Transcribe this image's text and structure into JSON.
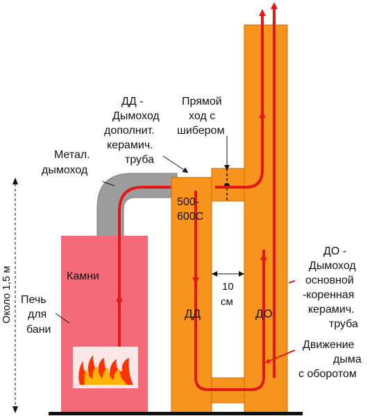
{
  "labels": {
    "stones": "Камни",
    "stove_line1": "Печь",
    "stove_line2": "для",
    "stove_line3": "бани",
    "height": "Около 1,5 м",
    "metal_line1": "Метал.",
    "metal_line2": "дымоход",
    "dd_note_line1": "ДД -",
    "dd_note_line2": "Дымоход",
    "dd_note_line3": "дополнит.",
    "dd_note_line4": "керамич.",
    "dd_note_line5": "труба",
    "damper_line1": "Прямой",
    "damper_line2": "ход с",
    "damper_line3": "шибером",
    "temp_line1": "500-",
    "temp_line2": "600С",
    "gap_line1": "10",
    "gap_line2": "см",
    "dd_tag": "ДД",
    "do_tag": "ДО",
    "do_note_line1": "ДО -",
    "do_note_line2": "Дымоход",
    "do_note_line3": "основной",
    "do_note_line4": "-коренная",
    "do_note_line5": "керамич.",
    "do_note_line6": "труба",
    "smoke_line1": "Движение",
    "smoke_line2": "дыма",
    "smoke_line3": "с оборотом"
  },
  "colors": {
    "stove": "#f46a78",
    "firebox": "#fde7e7",
    "chimney": "#f7941d",
    "chimney_edge": "#c86a00",
    "metal": "#9d9d9d",
    "smoke": "#e21818",
    "ground": "#111111"
  }
}
